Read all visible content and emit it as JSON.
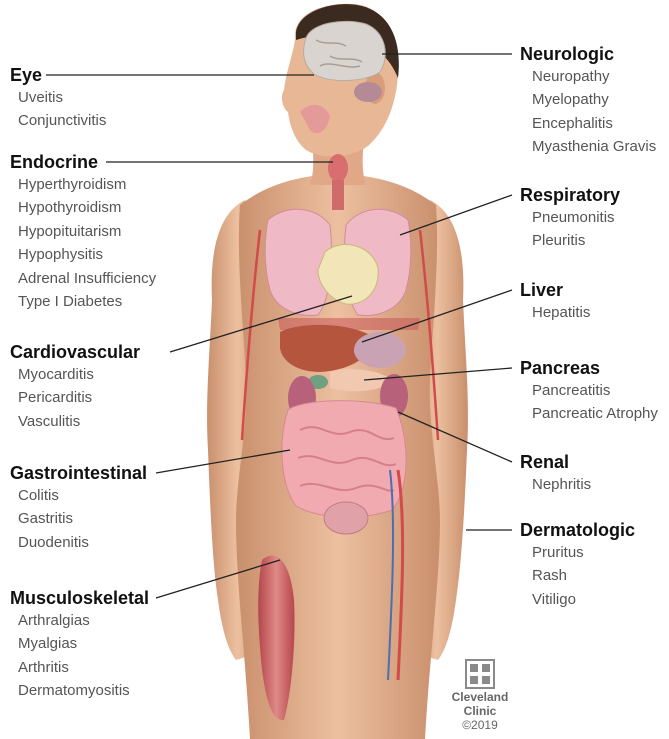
{
  "groups": [
    {
      "id": "eye",
      "title": "Eye",
      "items": [
        "Uveitis",
        "Conjunctivitis"
      ]
    },
    {
      "id": "endocrine",
      "title": "Endocrine",
      "items": [
        "Hyperthyroidism",
        "Hypothyroidism",
        "Hypopituitarism",
        "Hypophysitis",
        "Adrenal Insufficiency",
        "Type I Diabetes"
      ]
    },
    {
      "id": "cardiovascular",
      "title": "Cardiovascular",
      "items": [
        "Myocarditis",
        "Pericarditis",
        "Vasculitis"
      ]
    },
    {
      "id": "gastrointestinal",
      "title": "Gastrointestinal",
      "items": [
        "Colitis",
        "Gastritis",
        "Duodenitis"
      ]
    },
    {
      "id": "musculoskeletal",
      "title": "Musculoskeletal",
      "items": [
        "Arthralgias",
        "Myalgias",
        "Arthritis",
        "Dermatomyositis"
      ]
    },
    {
      "id": "neurologic",
      "title": "Neurologic",
      "items": [
        "Neuropathy",
        "Myelopathy",
        "Encephalitis",
        "Myasthenia Gravis"
      ]
    },
    {
      "id": "respiratory",
      "title": "Respiratory",
      "items": [
        "Pneumonitis",
        "Pleuritis"
      ]
    },
    {
      "id": "liver",
      "title": "Liver",
      "items": [
        "Hepatitis"
      ]
    },
    {
      "id": "pancreas",
      "title": "Pancreas",
      "items": [
        "Pancreatitis",
        "Pancreatic Atrophy"
      ]
    },
    {
      "id": "renal",
      "title": "Renal",
      "items": [
        "Nephritis"
      ]
    },
    {
      "id": "dermatologic",
      "title": "Dermatologic",
      "items": [
        "Pruritus",
        "Rash",
        "Vitiligo"
      ]
    }
  ],
  "logo": {
    "line1": "Cleveland",
    "line2": "Clinic",
    "copyright": "©2019"
  },
  "colors": {
    "skin": "#e6b28f",
    "skin_shadow": "#c98f6c",
    "hair": "#3a2a20",
    "brain": "#d9d4cf",
    "lungs": "#f0b9c6",
    "heart": "#f2e6b8",
    "liver": "#b5553d",
    "intestines": "#f0aab0",
    "muscle": "#c9555a",
    "leader_line": "#222222",
    "category_text": "#111111",
    "item_text": "#555555",
    "logo": "#666666"
  }
}
